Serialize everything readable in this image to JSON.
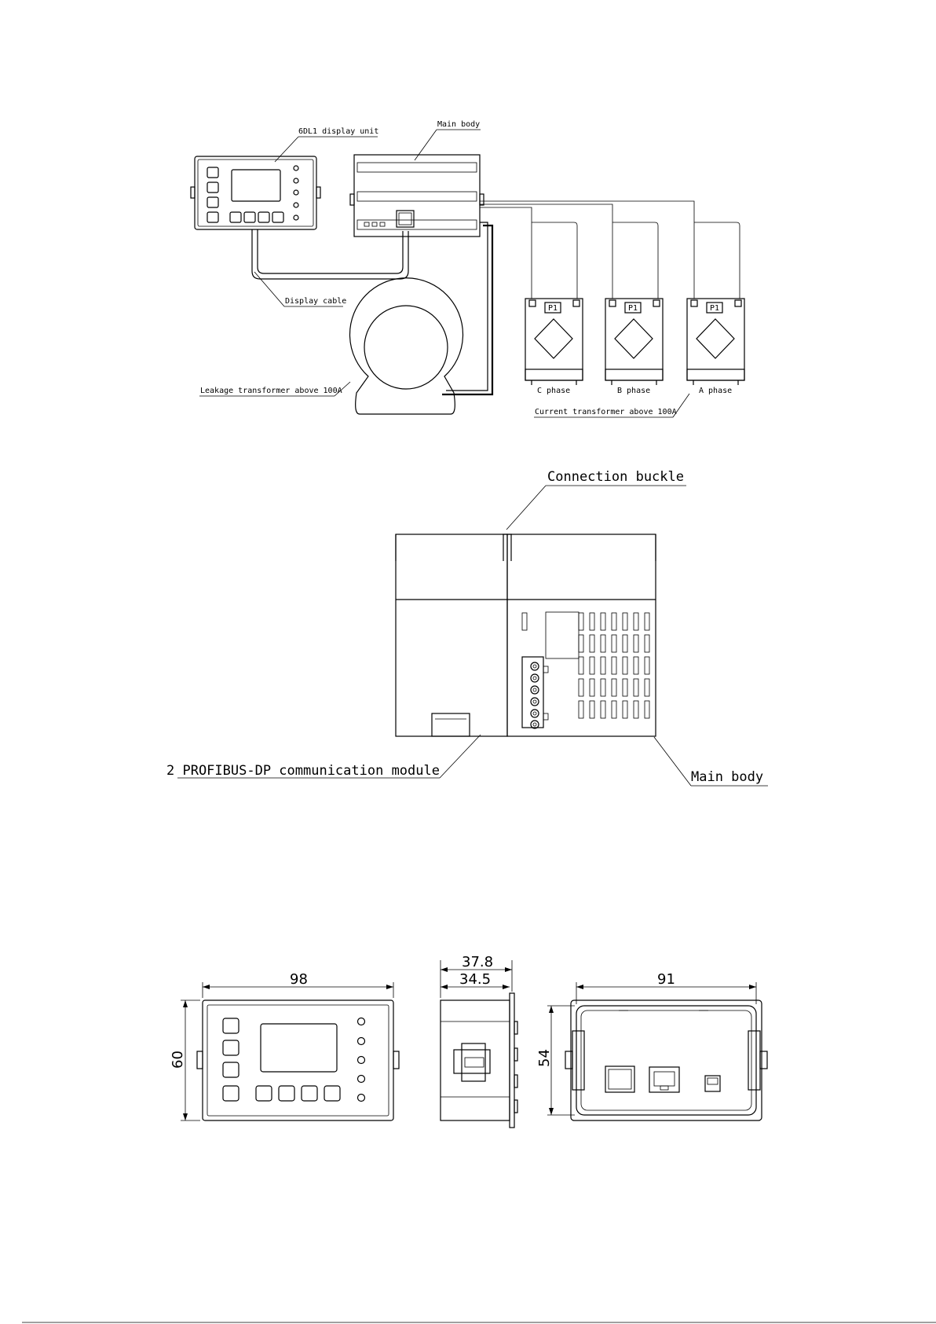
{
  "wiring": {
    "display_unit_label": "6DL1 display unit",
    "main_body_label": "Main body",
    "display_cable_label": "Display cable",
    "leakage_label": "Leakage transformer above 100A",
    "ct_label": "Current transformer above 100A",
    "p1_label": "P1",
    "phases": [
      "C phase",
      "B phase",
      "A phase"
    ]
  },
  "side_view": {
    "buckle_label": "Connection buckle",
    "module_label": "2 PROFIBUS-DP communication module",
    "main_body_label": "Main body"
  },
  "dimensions": {
    "front_width": "98",
    "front_height": "60",
    "side_outer": "37.8",
    "side_inner": "34.5",
    "back_width": "91",
    "back_height": "54"
  }
}
